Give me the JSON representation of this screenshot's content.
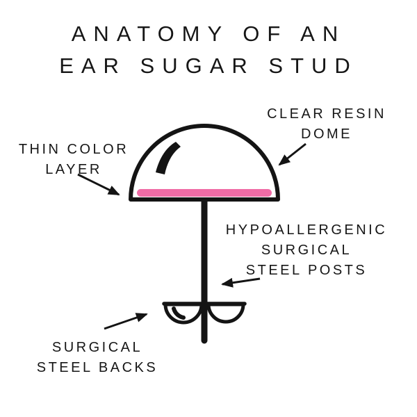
{
  "title": {
    "lines": [
      "ANATOMY OF AN",
      "EAR SUGAR STUD"
    ]
  },
  "labels": {
    "clear_resin_dome": {
      "lines": [
        "CLEAR RESIN",
        "DOME"
      ]
    },
    "thin_color_layer": {
      "lines": [
        "THIN COLOR",
        "LAYER"
      ]
    },
    "surgical_steel_posts": {
      "lines": [
        "HYPOALLERGENIC",
        "SURGICAL",
        "STEEL POSTS"
      ]
    },
    "surgical_steel_backs": {
      "lines": [
        "SURGICAL",
        "STEEL BACKS"
      ]
    }
  },
  "colors": {
    "ink": "#141414",
    "color_layer_pink": "#f06ca6",
    "background": "#ffffff"
  }
}
